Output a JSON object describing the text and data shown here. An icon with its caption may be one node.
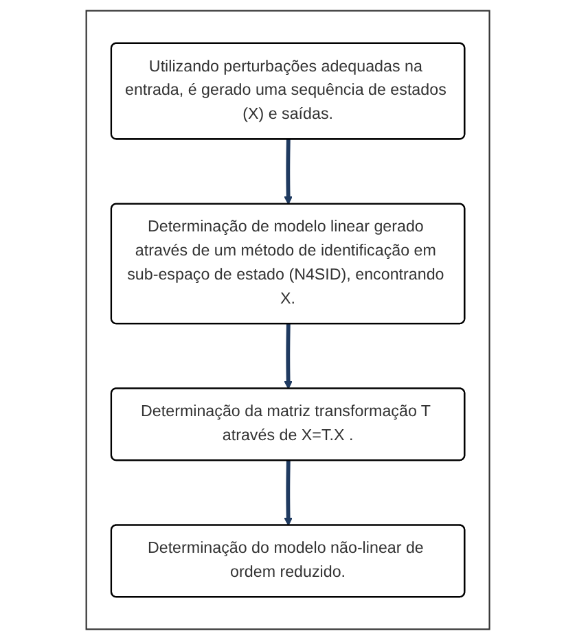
{
  "diagram": {
    "nodes": [
      {
        "text": [],
        "shape": "box"
      },
      {
        "text": [
          "Utilizando perturbações adequadas na entrada, é gerado uma sequência de estados (X) e saídas."
        ],
        "in": 0
      },
      {
        "text": [
          "Determinação de modelo linear gerado através de um método de identificação em sub-espaço de estado (N4SID), encontrando X."
        ],
        "in": 0
      },
      {
        "text": [
          "Determinação da matriz transformação T através de X=T.X ."
        ],
        "in": 0
      },
      {
        "text": [
          "Determinação do modelo não-linear de ordem reduzido."
        ],
        "in": 0
      }
    ],
    "edges": [
      {
        "from": 1,
        "to": 2,
        "arrow": "to"
      },
      {
        "from": 2,
        "to": 3,
        "arrow": "to"
      },
      {
        "from": 3,
        "to": 4,
        "arrow": "to"
      }
    ]
  }
}
